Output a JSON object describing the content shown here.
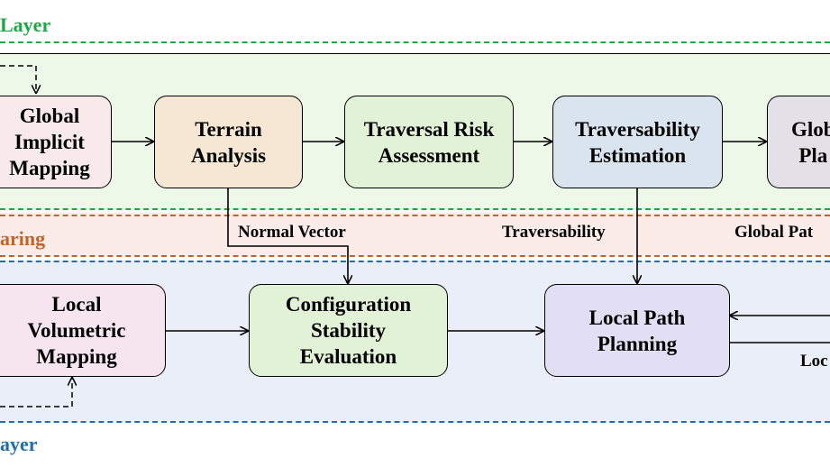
{
  "colors": {
    "global_border": "#1da846",
    "global_bg": "#eef8e8",
    "sharing_border": "#c0642a",
    "sharing_bg": "#fcece9",
    "local_border": "#1f6fb3",
    "local_bg": "#e9eef8"
  },
  "layers": {
    "global_label": "Layer",
    "sharing_label": "aring",
    "local_label": "ayer"
  },
  "nodes": {
    "global_implicit_mapping": "Global\nImplicit\nMapping",
    "terrain_analysis": "Terrain\nAnalysis",
    "traversal_risk_assessment": "Traversal Risk\nAssessment",
    "traversability_estimation": "Traversability\nEstimation",
    "global_planning": "Glob\nPla",
    "local_volumetric_mapping": "Local\nVolumetric\nMapping",
    "configuration_stability_evaluation": "Configuration\nStability\nEvaluation",
    "local_path_planning": "Local Path\nPlanning"
  },
  "edge_labels": {
    "normal_vector": "Normal Vector",
    "traversability": "Traversability",
    "global_path": "Global Pat",
    "local": "Loc"
  }
}
